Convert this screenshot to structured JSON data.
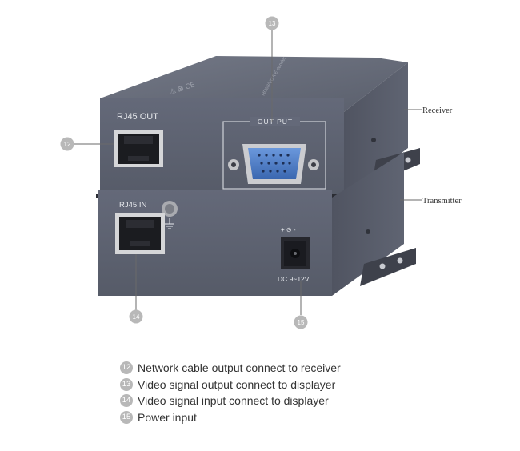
{
  "callouts": {
    "c12": "12",
    "c13": "13",
    "c14": "14",
    "c15": "15"
  },
  "device_labels": {
    "receiver": "Receiver",
    "transmitter": "Transmitter"
  },
  "panel_text": {
    "rj45_out": "RJ45 OUT",
    "output": "OUT PUT",
    "rj45_in": "RJ45 IN",
    "dc_power": "DC 9~12V",
    "dc_polarity": "+ ⊙ -"
  },
  "legend": [
    {
      "num": "12",
      "text": "Network cable output connect to receiver"
    },
    {
      "num": "13",
      "text": "Video signal output connect to displayer"
    },
    {
      "num": "14",
      "text": "Video signal input connect to displayer"
    },
    {
      "num": "15",
      "text": "Power input"
    }
  ],
  "colors": {
    "chassis": "#5d6270",
    "chassis_side": "#4e525e",
    "vga_blue": "#4d7cc4",
    "callout_gray": "#b8b8b8"
  }
}
